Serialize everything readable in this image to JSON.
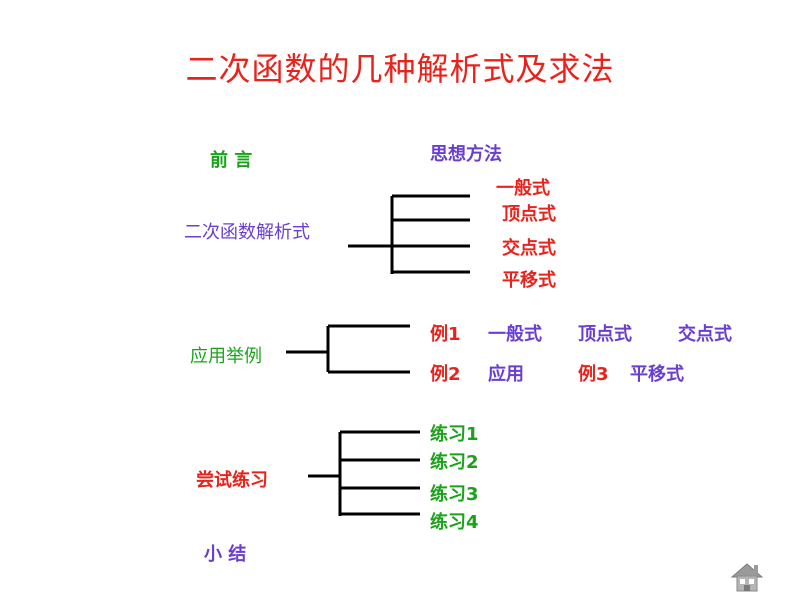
{
  "slide": {
    "title": "二次函数的几种解析式及求法",
    "colors": {
      "title": "#e8231c",
      "green": "#1aa31a",
      "purple": "#6a3fd0",
      "red": "#e8231c"
    },
    "preface": {
      "label": "前    言",
      "method": "思想方法"
    },
    "forms": {
      "label": "二次函数解析式",
      "items": [
        "一般式",
        "顶点式",
        "交点式",
        "平移式"
      ]
    },
    "examples": {
      "label": "应用举例",
      "row1": {
        "tag": "例1",
        "a": "一般式",
        "b": "顶点式",
        "c": "交点式"
      },
      "row2": {
        "tag": "例2",
        "a": "应用",
        "tag2": "例3",
        "b": "平移式"
      }
    },
    "practice": {
      "label": "尝试练习",
      "items": [
        "练习1",
        "练习2",
        "练习3",
        "练习4"
      ]
    },
    "summary": {
      "label": "小    结"
    },
    "home_icon": "home-icon"
  }
}
